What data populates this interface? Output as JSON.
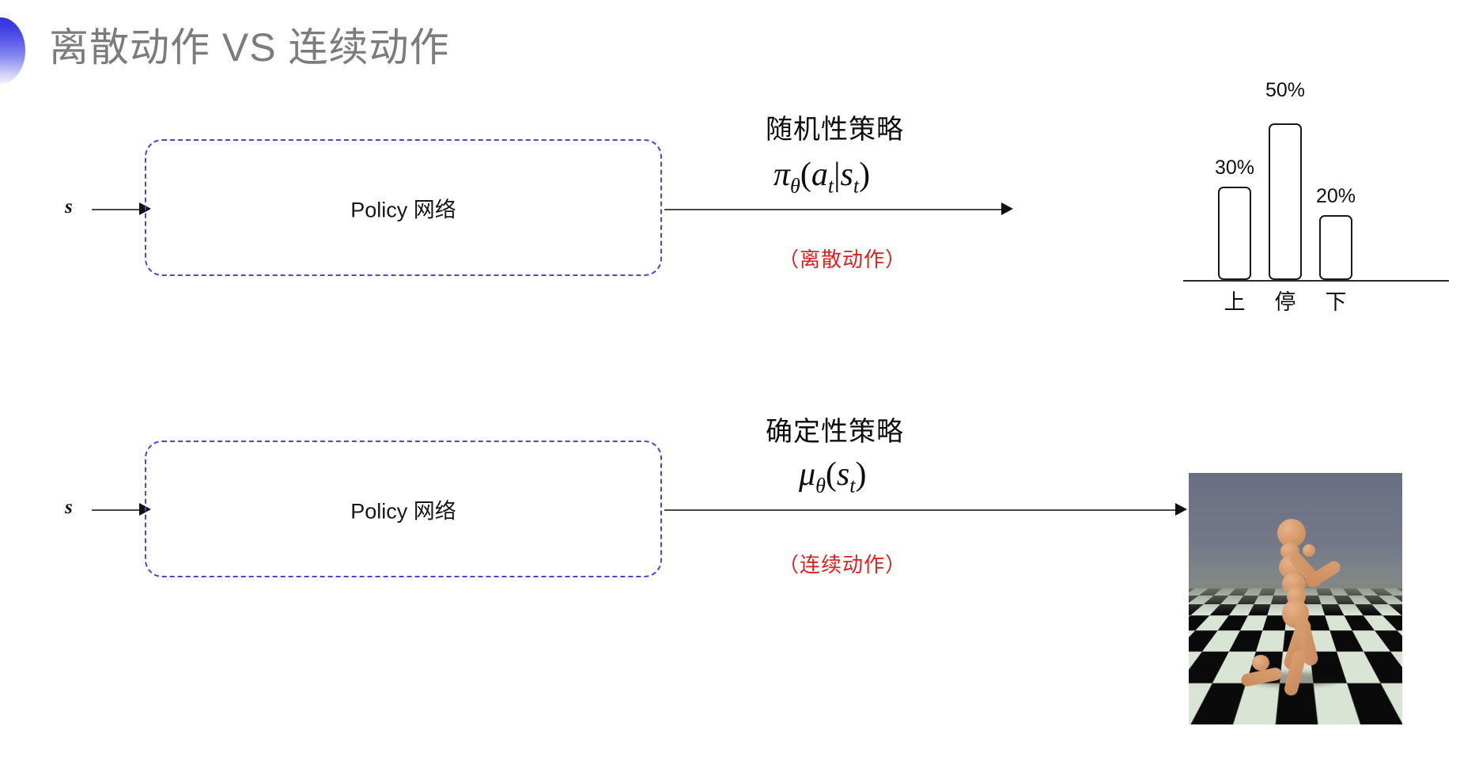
{
  "slide": {
    "title": "离散动作 VS 连续动作",
    "bullet_color": "#3a3ae8",
    "background": "#ffffff"
  },
  "rows": [
    {
      "id": "discrete",
      "state_label": "s",
      "box_label": "Policy 网络",
      "box_border_color": "#4a46d6",
      "policy_kind": "随机性策略",
      "formula_plain": "π_θ(a_t|s_t)",
      "formula": {
        "head": "π",
        "head_sub": "θ",
        "open": "(",
        "arg1": "a",
        "arg1_sub": "t",
        "bar": "|",
        "arg2": "s",
        "arg2_sub": "t",
        "close": ")"
      },
      "action_note": "（离散动作）",
      "action_note_color": "#e02020",
      "output_kind": "bar-chart"
    },
    {
      "id": "continuous",
      "state_label": "s",
      "box_label": "Policy 网络",
      "box_border_color": "#4a46d6",
      "policy_kind": "确定性策略",
      "formula_plain": "μ_θ(s_t)",
      "formula": {
        "head": "μ",
        "head_sub": "θ",
        "open": "(",
        "arg1": "s",
        "arg1_sub": "t",
        "bar": "",
        "arg2": "",
        "arg2_sub": "",
        "close": ")"
      },
      "action_note": "（连续动作）",
      "action_note_color": "#e02020",
      "output_kind": "humanoid-simulation"
    }
  ],
  "chart_data": {
    "type": "bar",
    "title": "",
    "xlabel": "",
    "ylabel": "",
    "categories": [
      "上",
      "停",
      "下"
    ],
    "values": [
      30,
      50,
      20
    ],
    "value_labels": [
      "30%",
      "50%",
      "20%"
    ],
    "ylim": [
      0,
      60
    ],
    "grid": false,
    "legend": "none",
    "bar_fill": "#ffffff",
    "bar_stroke": "#1a1a1a"
  },
  "icons": {
    "bullet": "half-circle-bullet",
    "arrow": "arrow-right-icon"
  }
}
